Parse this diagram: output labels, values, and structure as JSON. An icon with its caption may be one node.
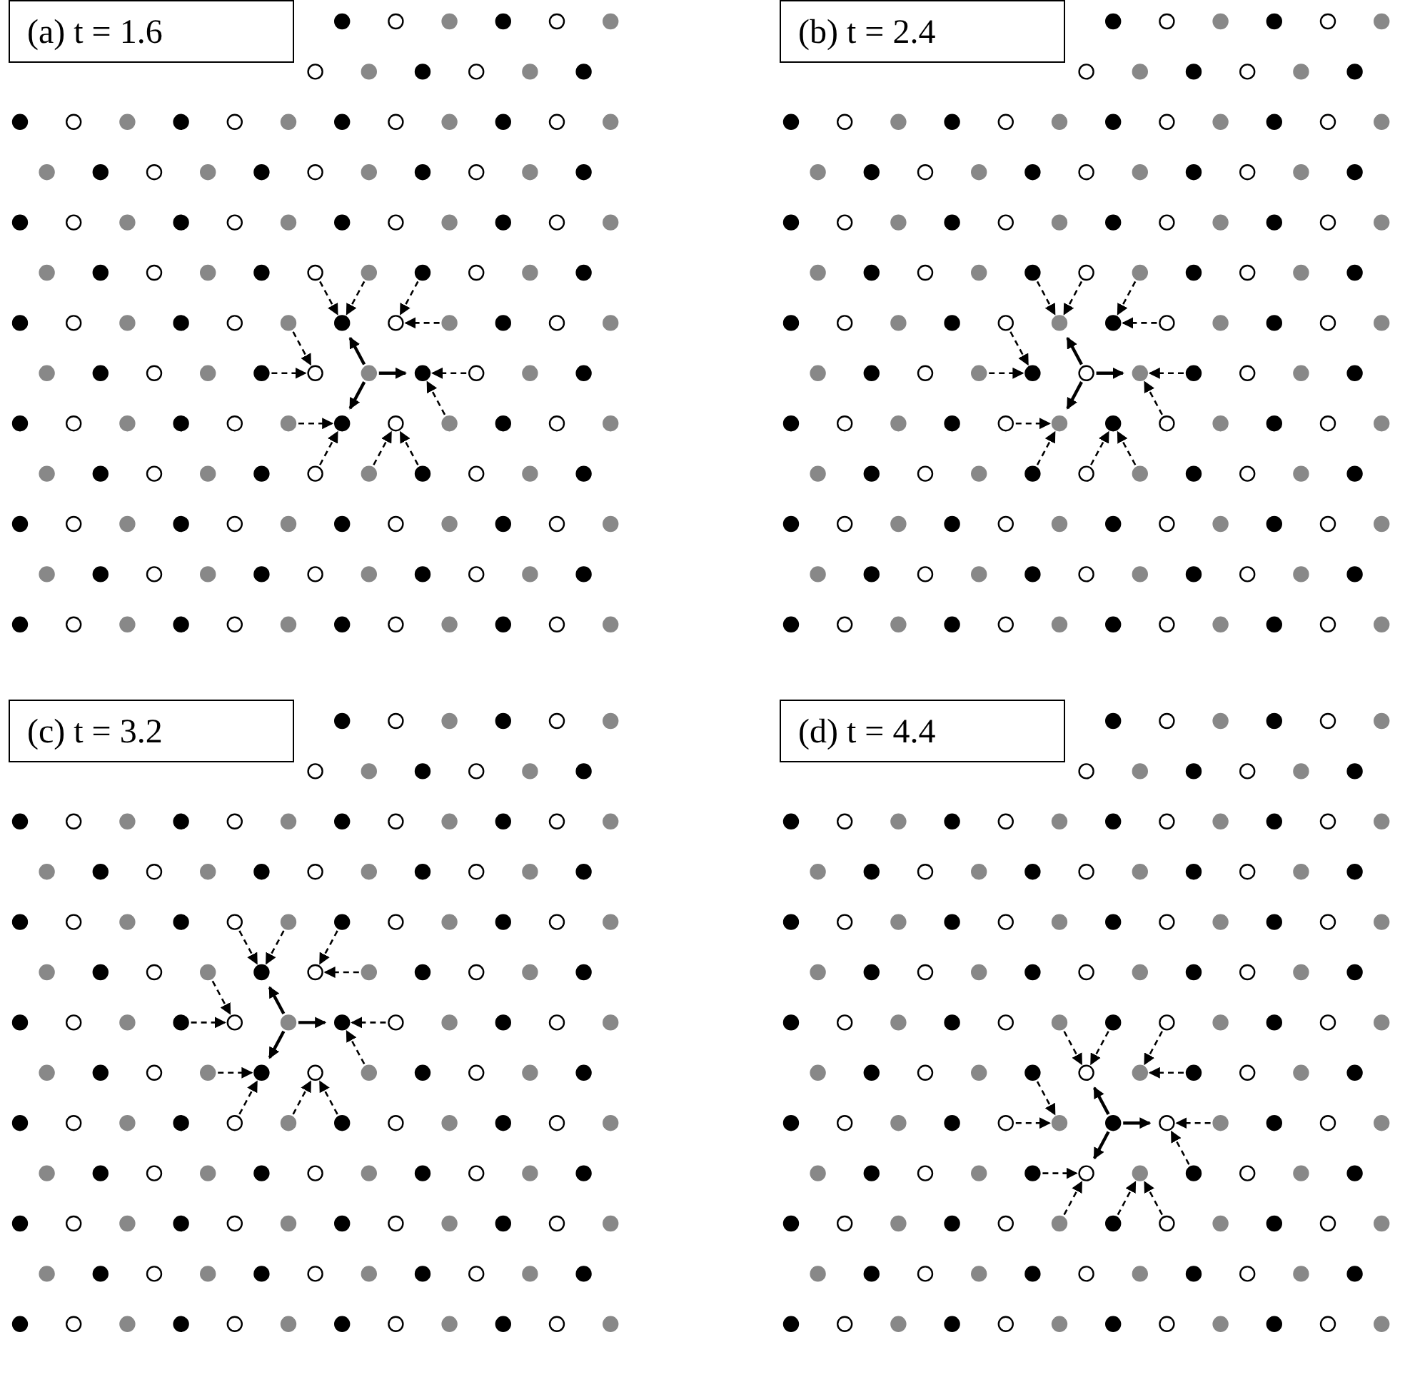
{
  "diagram": {
    "nodes": [
      {
        "text": [
          "(a) t = 1.6"
        ]
      },
      {
        "text": [
          "(b) t = 2.4"
        ]
      },
      {
        "text": [
          "(c) t = 3.2"
        ]
      },
      {
        "text": [
          "(d) t = 4.4"
        ]
      }
    ]
  }
}
